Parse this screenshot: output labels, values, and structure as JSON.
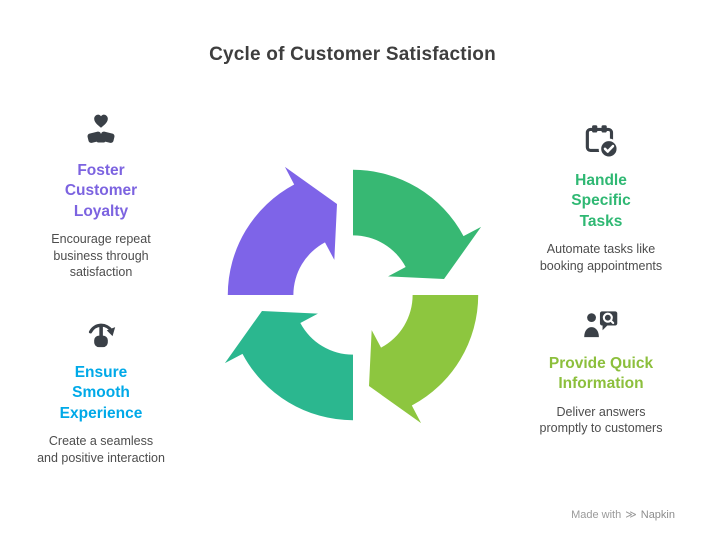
{
  "title": "Cycle of Customer Satisfaction",
  "items": [
    {
      "heading": "Foster Customer Loyalty",
      "description": "Encourage repeat business through satisfaction",
      "color": "#7C63E0",
      "icon": "heart-handshake-icon"
    },
    {
      "heading": "Handle Specific Tasks",
      "description": "Automate tasks like booking appointments",
      "color": "#2FB873",
      "icon": "calendar-check-icon"
    },
    {
      "heading": "Ensure Smooth Experience",
      "description": "Create a seamless and positive interaction",
      "color": "#00A9E8",
      "icon": "hand-gesture-redo-icon"
    },
    {
      "heading": "Provide Quick Information",
      "description": "Deliver answers promptly to customers",
      "color": "#8CBF3C",
      "icon": "person-presentation-icon"
    }
  ],
  "cycle": {
    "direction": "clockwise",
    "segments": [
      {
        "name": "top-left",
        "color": "#7E64E8"
      },
      {
        "name": "top-right",
        "color": "#37B873"
      },
      {
        "name": "bottom-right",
        "color": "#8DC63F"
      },
      {
        "name": "bottom-left",
        "color": "#2BB78F"
      }
    ]
  },
  "footer": {
    "made_with": "Made with",
    "brand": "Napkin",
    "icon_glyph": "≫"
  }
}
